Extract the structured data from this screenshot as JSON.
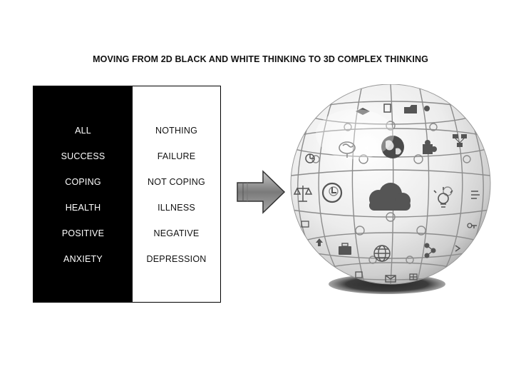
{
  "title": "MOVING FROM 2D BLACK AND WHITE THINKING TO 3D COMPLEX THINKING",
  "black_column": {
    "items": [
      "ALL",
      "SUCCESS",
      "COPING",
      "HEALTH",
      "POSITIVE",
      "ANXIETY"
    ]
  },
  "white_column": {
    "items": [
      "NOTHING",
      "FAILURE",
      "NOT COPING",
      "ILLNESS",
      "NEGATIVE",
      "DEPRESSION"
    ]
  },
  "arrow": {
    "icon": "right-arrow-icon",
    "fill": "#8a8a8a"
  },
  "globe": {
    "icon": "puzzle-globe-icon",
    "colors": {
      "surface": "#e9e9e9",
      "lines": "#8c8c8c",
      "icons": "#555555",
      "shadow": "#3a3a3a"
    },
    "icons": [
      "cloud-icon",
      "clock-icon",
      "globe-icon",
      "brain-icon",
      "puzzle-piece-icon",
      "network-icon",
      "scales-icon",
      "lightbulb-icon",
      "briefcase-icon",
      "world-grid-icon",
      "molecule-icon",
      "envelope-icon"
    ]
  }
}
